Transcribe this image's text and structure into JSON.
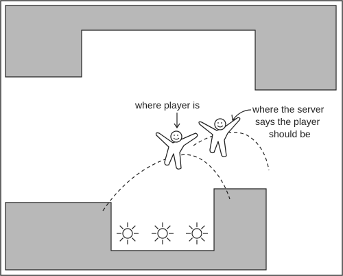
{
  "labels": {
    "player_actual": "where player is",
    "player_server_1": "where the server",
    "player_server_2": "says the player",
    "player_server_3": "should be"
  },
  "colors": {
    "frame": "#333333",
    "block_fill": "#b8b8b8",
    "line": "#222222",
    "background": "#ffffff"
  },
  "icons": {
    "player_actual": "stick-figure-smiley",
    "player_server": "stick-figure-smiley",
    "hazards": "spiked-sun-burst"
  }
}
